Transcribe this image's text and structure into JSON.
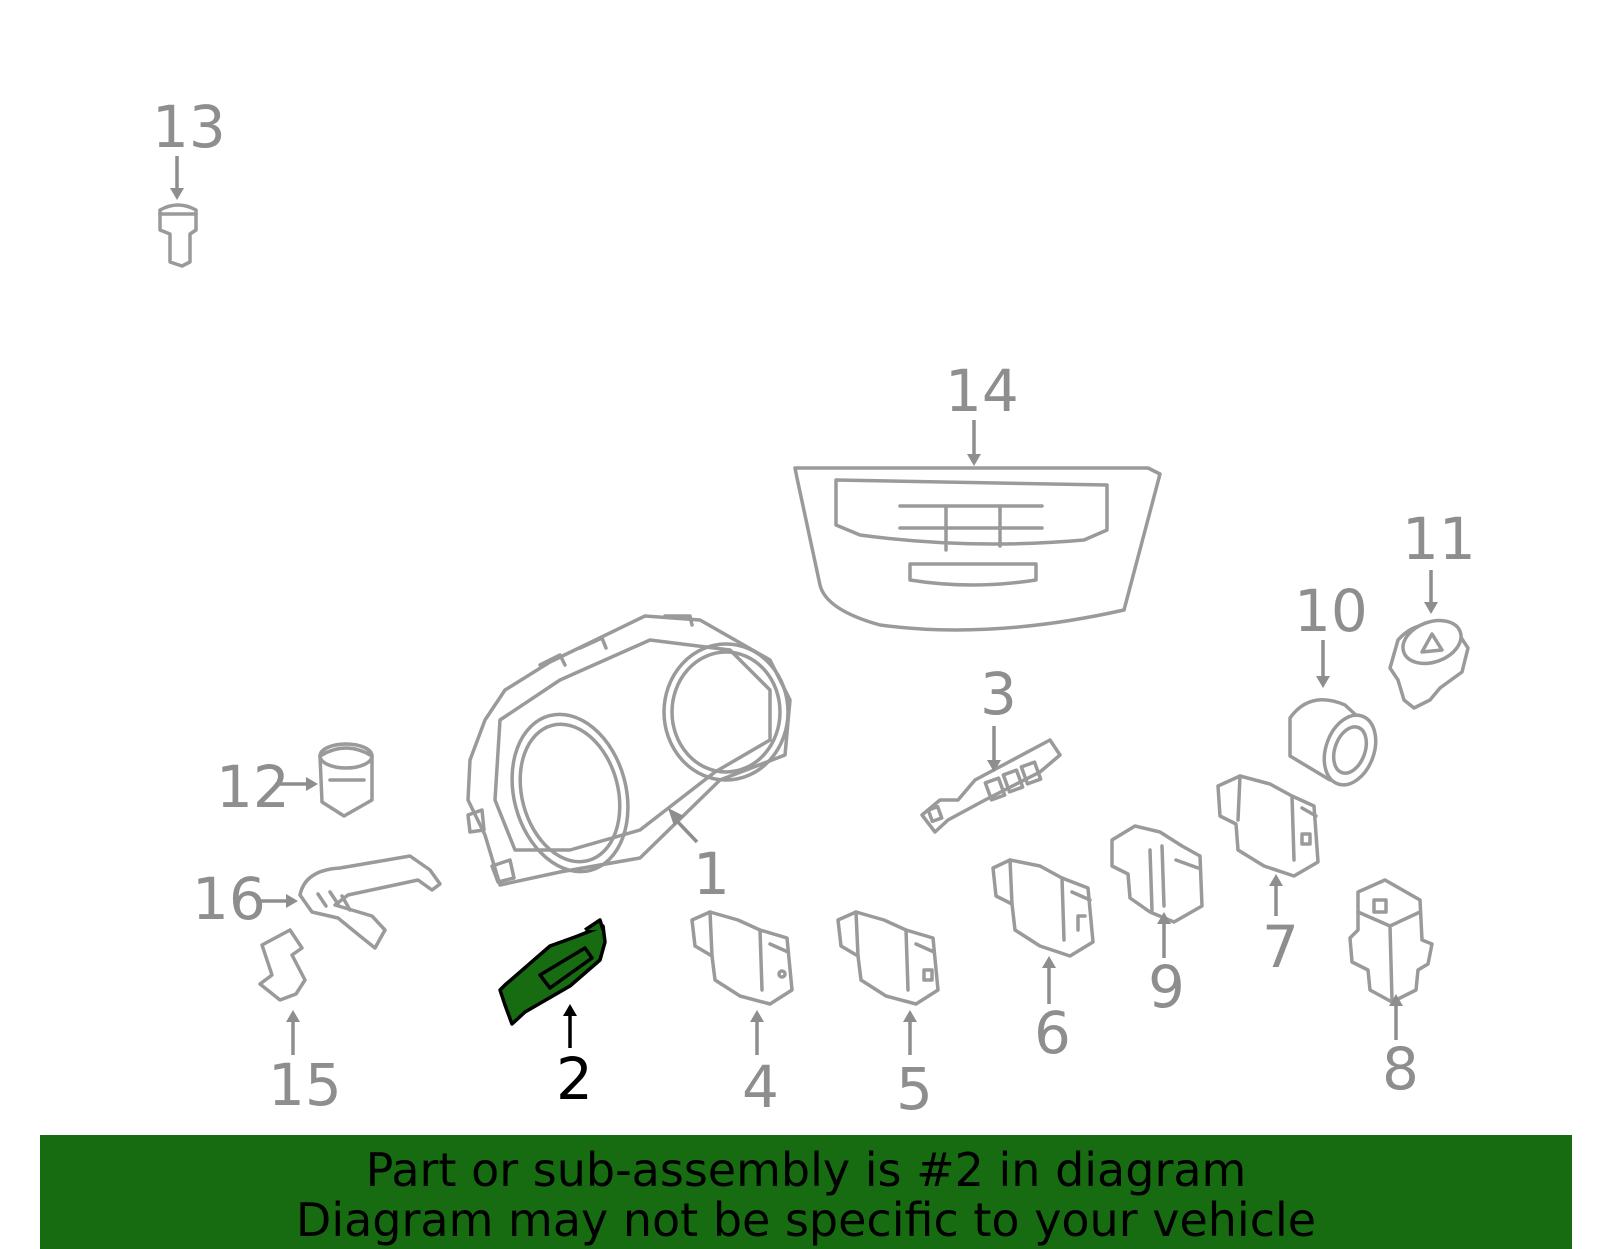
{
  "diagram": {
    "highlighted_callout": "2",
    "highlight_color": "#176b10",
    "part_stroke_color": "#9a9a9a",
    "callouts": [
      {
        "id": "c1",
        "label": "1"
      },
      {
        "id": "c2",
        "label": "2"
      },
      {
        "id": "c3",
        "label": "3"
      },
      {
        "id": "c4",
        "label": "4"
      },
      {
        "id": "c5",
        "label": "5"
      },
      {
        "id": "c6",
        "label": "6"
      },
      {
        "id": "c7",
        "label": "7"
      },
      {
        "id": "c8",
        "label": "8"
      },
      {
        "id": "c9",
        "label": "9"
      },
      {
        "id": "c10",
        "label": "10"
      },
      {
        "id": "c11",
        "label": "11"
      },
      {
        "id": "c12",
        "label": "12"
      },
      {
        "id": "c13",
        "label": "13"
      },
      {
        "id": "c14",
        "label": "14"
      },
      {
        "id": "c15",
        "label": "15"
      },
      {
        "id": "c16",
        "label": "16"
      }
    ]
  },
  "banner": {
    "line1": "Part or sub-assembly is #2 in diagram",
    "line2": "Diagram may not be specific to your vehicle",
    "background": "#176b10"
  }
}
